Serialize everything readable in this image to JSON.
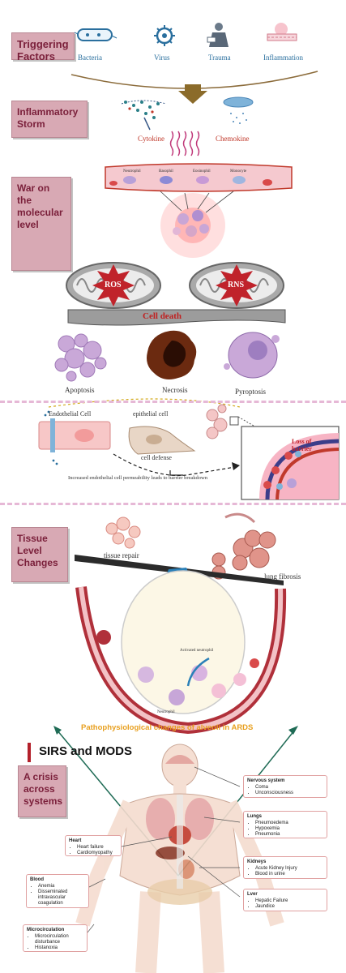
{
  "sections": {
    "triggering": "Triggering Factors",
    "storm": "Inflammatory Storm",
    "war": "War on the molecular level",
    "tissue": "Tissue Level Changes",
    "crisis": "A crisis across systems"
  },
  "triggers": [
    "Bacteria",
    "Virus",
    "Trauma",
    "Inflammation"
  ],
  "storm": {
    "cytokine": "Cytokine",
    "chemokine": "Chemokine"
  },
  "vessel_cells": [
    "Neutrophil",
    "Basophil",
    "Eosinophil",
    "Monocyte"
  ],
  "molecular": {
    "ros": "ROS",
    "rns": "RNS",
    "cell_death": "Cell death"
  },
  "death_types": [
    "Apoptosis",
    "Necrosis",
    "Pyroptosis"
  ],
  "barrier": {
    "endothelial": "Endothelial Cell",
    "epithelial": "epithelial cell",
    "defense": "cell defense",
    "loss": "Loss of barrier",
    "caption": "Increased endothelial cell permeability leads to barrier breakdown"
  },
  "tissue": {
    "repair": "tissue repair",
    "fibrosis": "lung fibrosis",
    "activated": "Activated neutrophil",
    "neutrophil": "Neutrophil",
    "caption": "Pathophysiological changes of alveoli in ARDS"
  },
  "sirs": "SIRS and MODS",
  "organs": {
    "nervous": {
      "title": "Nervous system",
      "items": [
        "Coma",
        "Unconsciousness"
      ]
    },
    "lungs": {
      "title": "Lungs",
      "items": [
        "Pneumoedema",
        "Hypoxemia",
        "Pneumonia"
      ]
    },
    "heart": {
      "title": "Heart",
      "items": [
        "Heart failure",
        "Cardiomyopathy"
      ]
    },
    "kidneys": {
      "title": "Kidneys",
      "items": [
        "Acute Kidney Injury",
        "Blood in urine"
      ]
    },
    "blood": {
      "title": "Blood",
      "items": [
        "Anemia",
        "Disseminated intravascular coagulation"
      ]
    },
    "liver": {
      "title": "Lver",
      "items": [
        "Hepatic Failure",
        "Jaundice"
      ]
    },
    "micro": {
      "title": "Microcirculation",
      "items": [
        "Microcirculation disturbance",
        "Histanoxia"
      ]
    }
  }
}
